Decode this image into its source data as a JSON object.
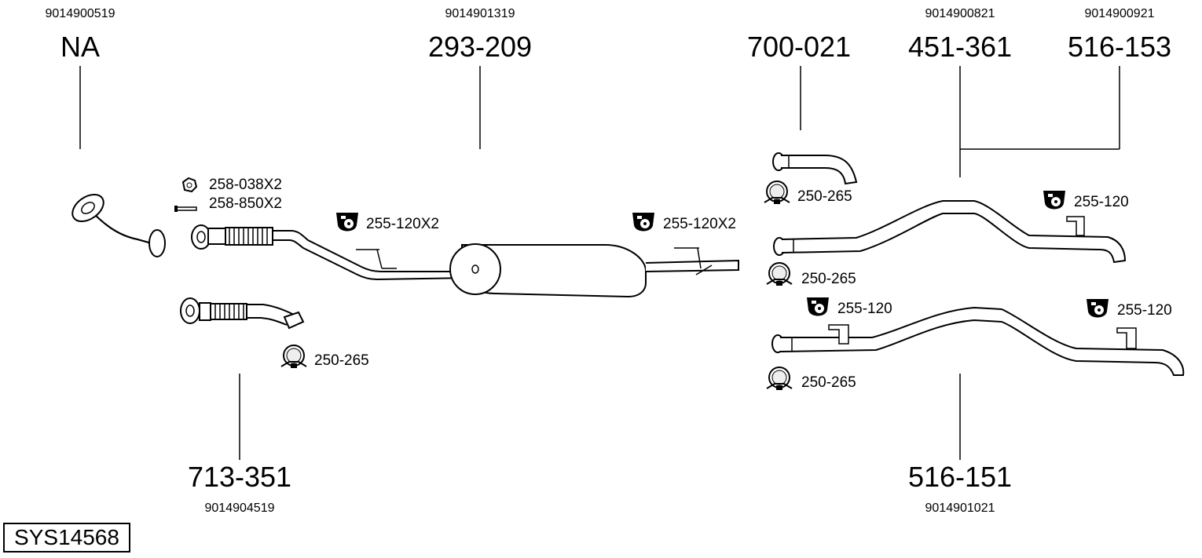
{
  "diagram_id": "SYS14568",
  "parts": [
    {
      "ref": "9014900519",
      "num": "NA"
    },
    {
      "ref": "9014901319",
      "num": "293-209"
    },
    {
      "num": "700-021"
    },
    {
      "ref": "9014900821",
      "num": "451-361"
    },
    {
      "ref": "9014900921",
      "num": "516-153"
    },
    {
      "ref": "9014904519",
      "num": "713-351"
    },
    {
      "ref": "9014901021",
      "num": "516-151"
    }
  ],
  "hardware": {
    "nut": "258-038X2",
    "bolt": "258-850X2",
    "hanger_a": "255-120X2",
    "hanger_b": "255-120X2",
    "clamp_a": "250-265",
    "clamp_b": "250-265",
    "clamp_c": "250-265",
    "clamp_d": "250-265",
    "hanger_c": "255-120",
    "hanger_d": "255-120",
    "hanger_e": "255-120"
  }
}
